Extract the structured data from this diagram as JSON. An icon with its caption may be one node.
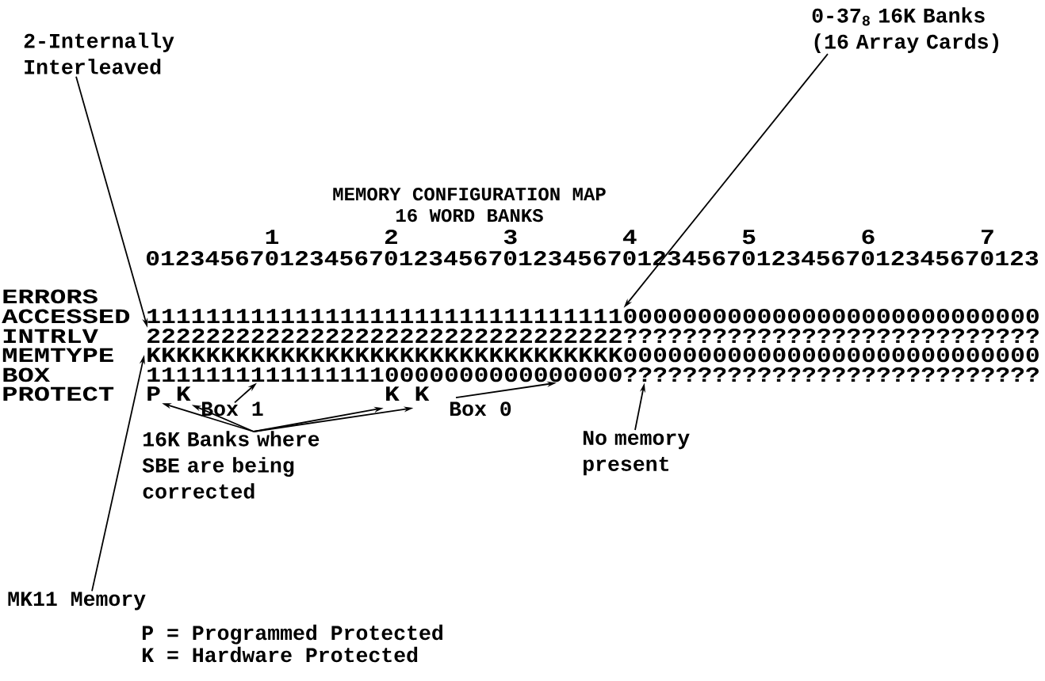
{
  "diagram": {
    "title": "MEMORY CONFIGURATION MAP",
    "nodes": [
      {
        "text": [
          "0-37$_{8}$ 16K Banks (16 Array Cards)"
        ]
      },
      {
        "text": [
          "2-Internally Interleaved"
        ]
      },
      {
        "text": [
          "P"
        ]
      },
      {
        "text": [
          "K"
        ]
      },
      {
        "text": [
          "K"
        ]
      },
      {
        "text": [
          "K"
        ]
      },
      {
        "text": [
          "Box 1"
        ]
      },
      {
        "text": [
          "Box 0"
        ]
      },
      {
        "text": [
          "16K Banks where SBE are being corrected"
        ]
      },
      {
        "text": [
          "No memory present"
        ]
      },
      {
        "text": [
          "MK11 Memory"
        ]
      },
      {
        "text": [
          "111111111111111111111111111111110000000000000000000000000000"
        ]
      },
      {
        "text": [
          "22222222222222222222222222222222????????????????????????????"
        ]
      },
      {
        "text": [
          "KKKKKKKKKKKKKKKKKKKKKKKKKKKKKKKK0000000000000000000000000000"
        ]
      },
      {
        "text": [
          "11111111111111110000000000000000????????????????????????????"
        ]
      }
    ],
    "edges": [
      {
        "from": 0,
        "to": 11,
        "arrow": "to"
      },
      {
        "from": 1,
        "to": 12,
        "arrow": "to"
      },
      {
        "from": 10,
        "to": 13,
        "arrow": "to"
      },
      {
        "from": 8,
        "to": 2,
        "arrow": "to"
      },
      {
        "from": 8,
        "to": 3,
        "arrow": "to"
      },
      {
        "from": 8,
        "to": 4,
        "arrow": "to"
      },
      {
        "from": 8,
        "to": 5,
        "arrow": "to"
      },
      {
        "from": 6,
        "to": 14,
        "arrow": "to"
      },
      {
        "from": 7,
        "to": 14,
        "arrow": "to"
      },
      {
        "from": 9,
        "to": 14,
        "arrow": "to"
      }
    ],
    "labels": [
      "16 WORD BANKS",
      "1",
      "2",
      "3",
      "4",
      "5",
      "6",
      "7",
      "012345670123456701234567012345670123456701234567012345670123",
      "ERRORS",
      "ACCESSED",
      "INTRLV",
      "MEMTYPE",
      "BOX",
      "PROTECT",
      "P = Programmed Protected",
      "K = Hardware Protected"
    ]
  }
}
